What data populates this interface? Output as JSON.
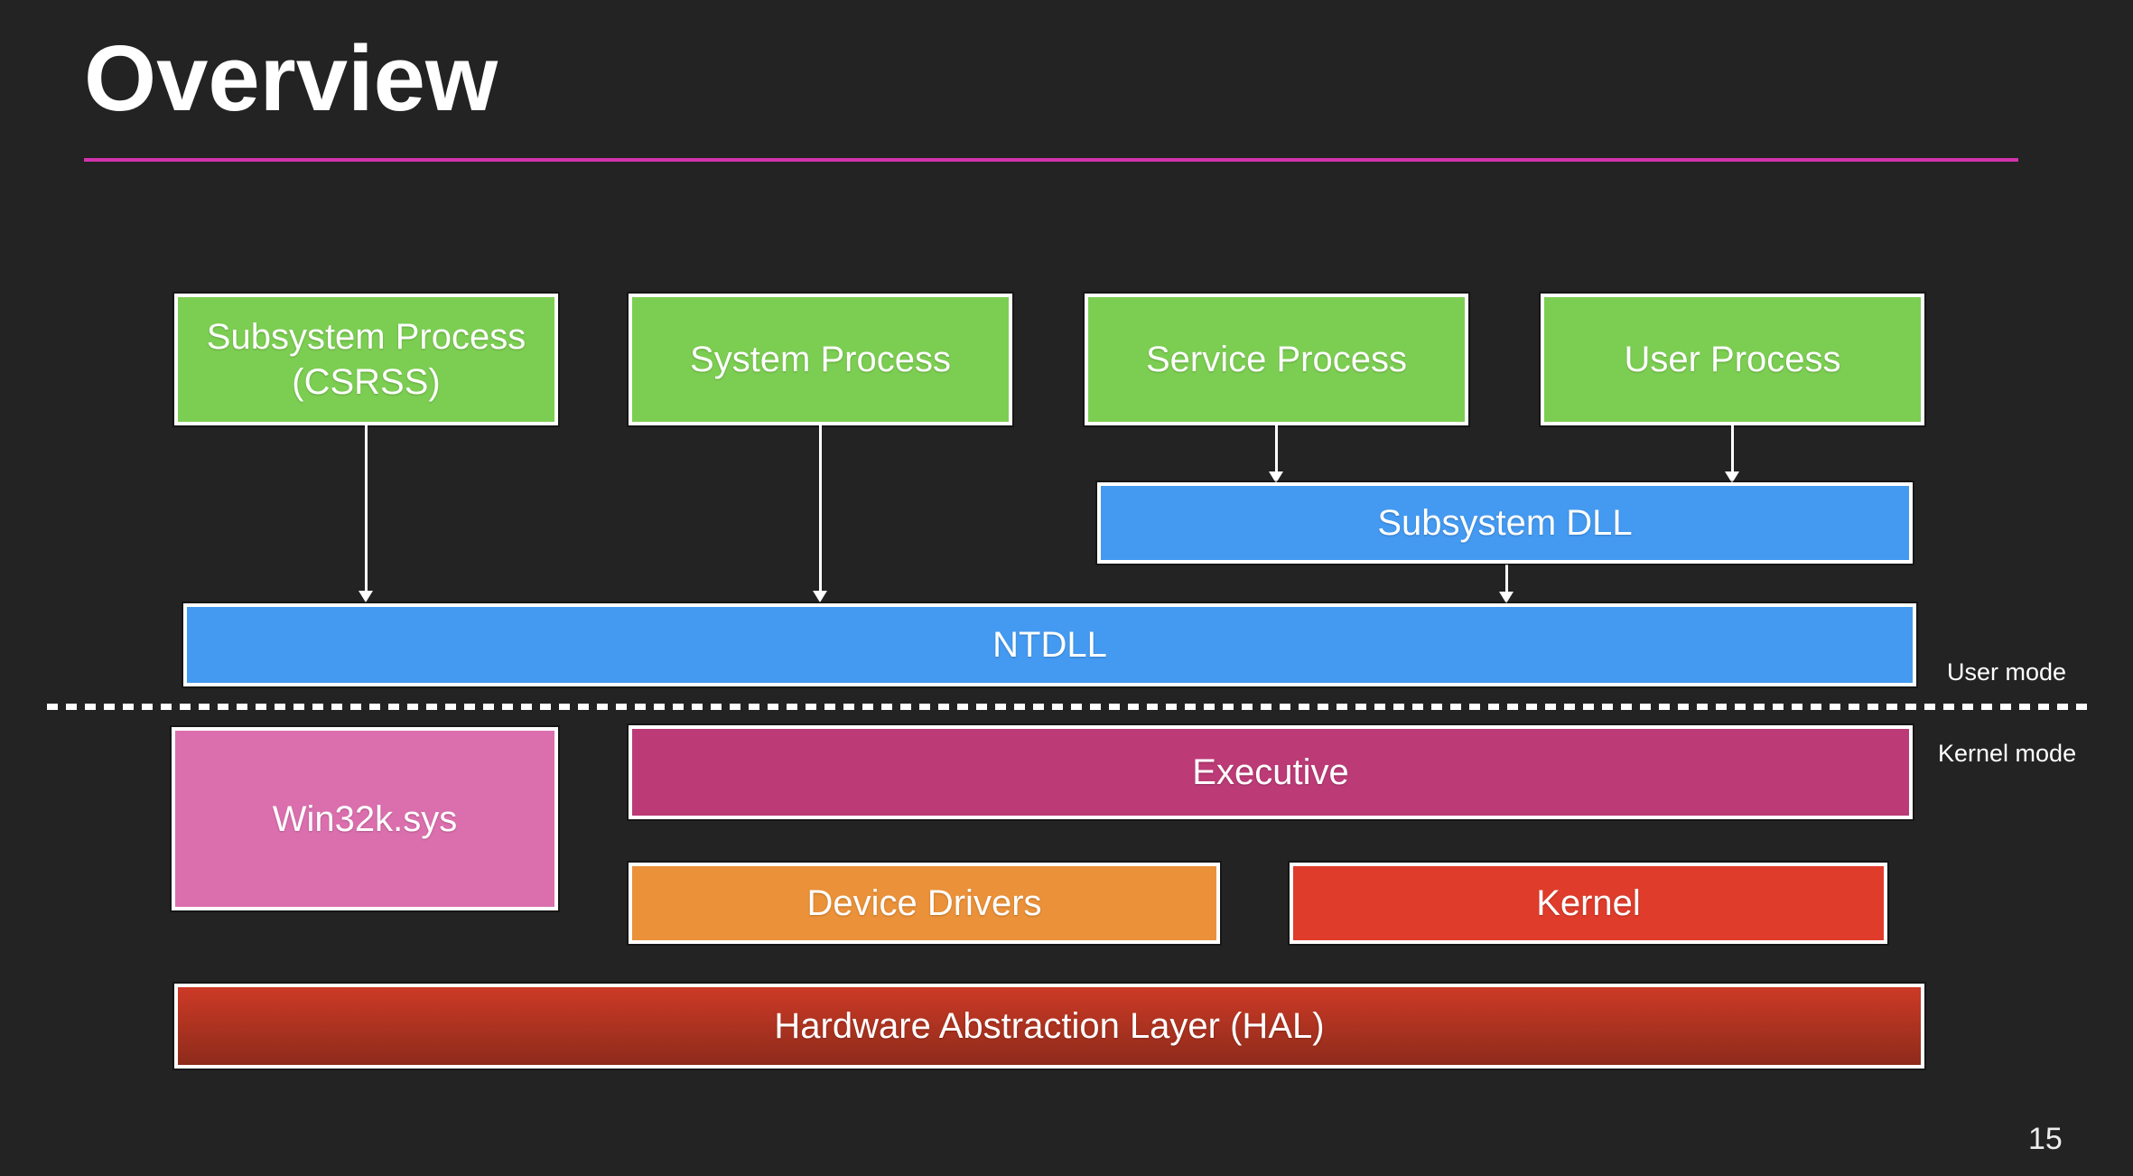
{
  "slide": {
    "title": "Overview",
    "page_number": "15",
    "background_color": "#232323",
    "title_underline_color": "#D233AC"
  },
  "mode_labels": {
    "user": "User mode",
    "kernel": "Kernel mode"
  },
  "diagram": {
    "user_mode_nodes": {
      "subsystem_process": {
        "label": "Subsystem Process (CSRSS)",
        "color": "#7CCE52"
      },
      "system_process": {
        "label": "System Process",
        "color": "#7CCE52"
      },
      "service_process": {
        "label": "Service Process",
        "color": "#7CCE52"
      },
      "user_process": {
        "label": "User Process",
        "color": "#7CCE52"
      },
      "subsystem_dll": {
        "label": "Subsystem DLL",
        "color": "#449AF1"
      },
      "ntdll": {
        "label": "NTDLL",
        "color": "#449AF1"
      }
    },
    "kernel_mode_nodes": {
      "win32k": {
        "label": "Win32k.sys",
        "color": "#DB6FAE"
      },
      "executive": {
        "label": "Executive",
        "color": "#BC3B77"
      },
      "device_drivers": {
        "label": "Device Drivers",
        "color": "#EA9139"
      },
      "kernel": {
        "label": "Kernel",
        "color": "#DF3C2B"
      },
      "hal": {
        "label": "Hardware Abstraction Layer (HAL)",
        "color_top": "#CC3A26",
        "color_bottom": "#8E2B1B"
      }
    },
    "arrow_color": "#ffffff",
    "divider_color": "#ffffff"
  }
}
